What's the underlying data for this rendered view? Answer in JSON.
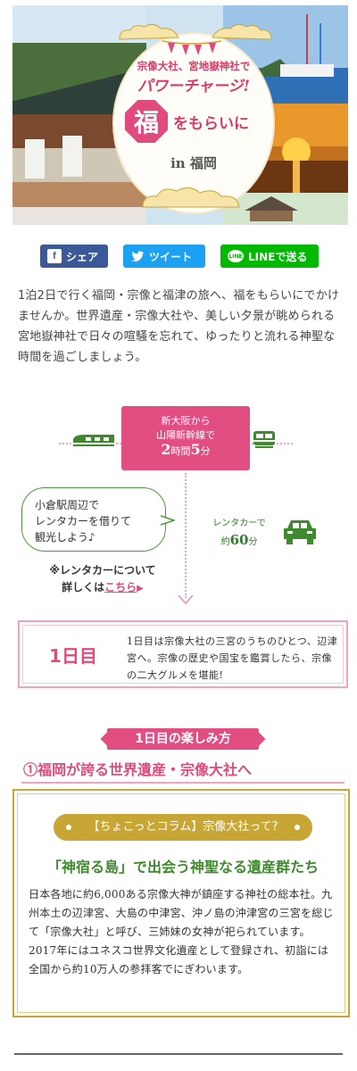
{
  "hero": {
    "subtitle": "宗像大社、宮地嶽神社で",
    "main": "パワーチャージ!",
    "badge": "福",
    "fuku_text": "をもらいに",
    "location": "in 福岡"
  },
  "share": {
    "facebook": "シェア",
    "twitter": "ツイート",
    "line": "LINEで送る",
    "line_icon_text": "LINE"
  },
  "intro": "1泊2日で行く福岡・宗像と福津の旅へ、福をもらいにでかけませんか。世界遺産・宗像大社や、美しい夕景が眺められる宮地嶽神社で日々の喧騒を忘れて、ゆったりと流れる神聖な時間を過ごしましょう。",
  "route": {
    "from": "新大阪から",
    "line": "山陽新幹線で",
    "hours": "2",
    "hours_unit": "時間",
    "minutes": "5",
    "minutes_unit": "分",
    "bubble_line1": "小倉駅周辺で",
    "bubble_line2": "レンタカーを借りて",
    "bubble_line3": "観光しよう♪",
    "rental_note_line1": "※レンタカーについて",
    "rental_note_prefix": "詳しくは",
    "rental_link": "こちら",
    "car_label": "レンタカーで",
    "car_prefix": "約",
    "car_minutes": "60",
    "car_unit": "分"
  },
  "day1": {
    "label": "1日目",
    "description": "1日目は宗像大社の三宮のうちのひとつ、辺津宮へ。宗像の歴史や国宝を鑑賞したら、宗像の二大グルメを堪能!"
  },
  "enjoy": {
    "tag": "1日目の楽しみ方",
    "title": "①福岡が誇る世界遺産・宗像大社へ"
  },
  "column": {
    "pill": "【ちょこっとコラム】宗像大社って?",
    "heading": "「神宿る島」で出会う神聖なる遺産群たち",
    "body": "日本各地に約6,000ある宗像大神が鎮座する神社の総本社。九州本土の辺津宮、大島の中津宮、沖ノ島の沖津宮の三宮を総じて「宗像大社」と呼び、三姉妹の女神が祀られています。2017年にはユネスコ世界文化遺産として登録され、初詣には全国から約10万人の参拝客でにぎわいます。"
  },
  "colors": {
    "accent_pink": "#e24d82",
    "accent_gold": "#c8a636",
    "accent_green": "#3e8a2d",
    "facebook": "#3b5998",
    "twitter": "#1da1f2",
    "line": "#00b900"
  }
}
